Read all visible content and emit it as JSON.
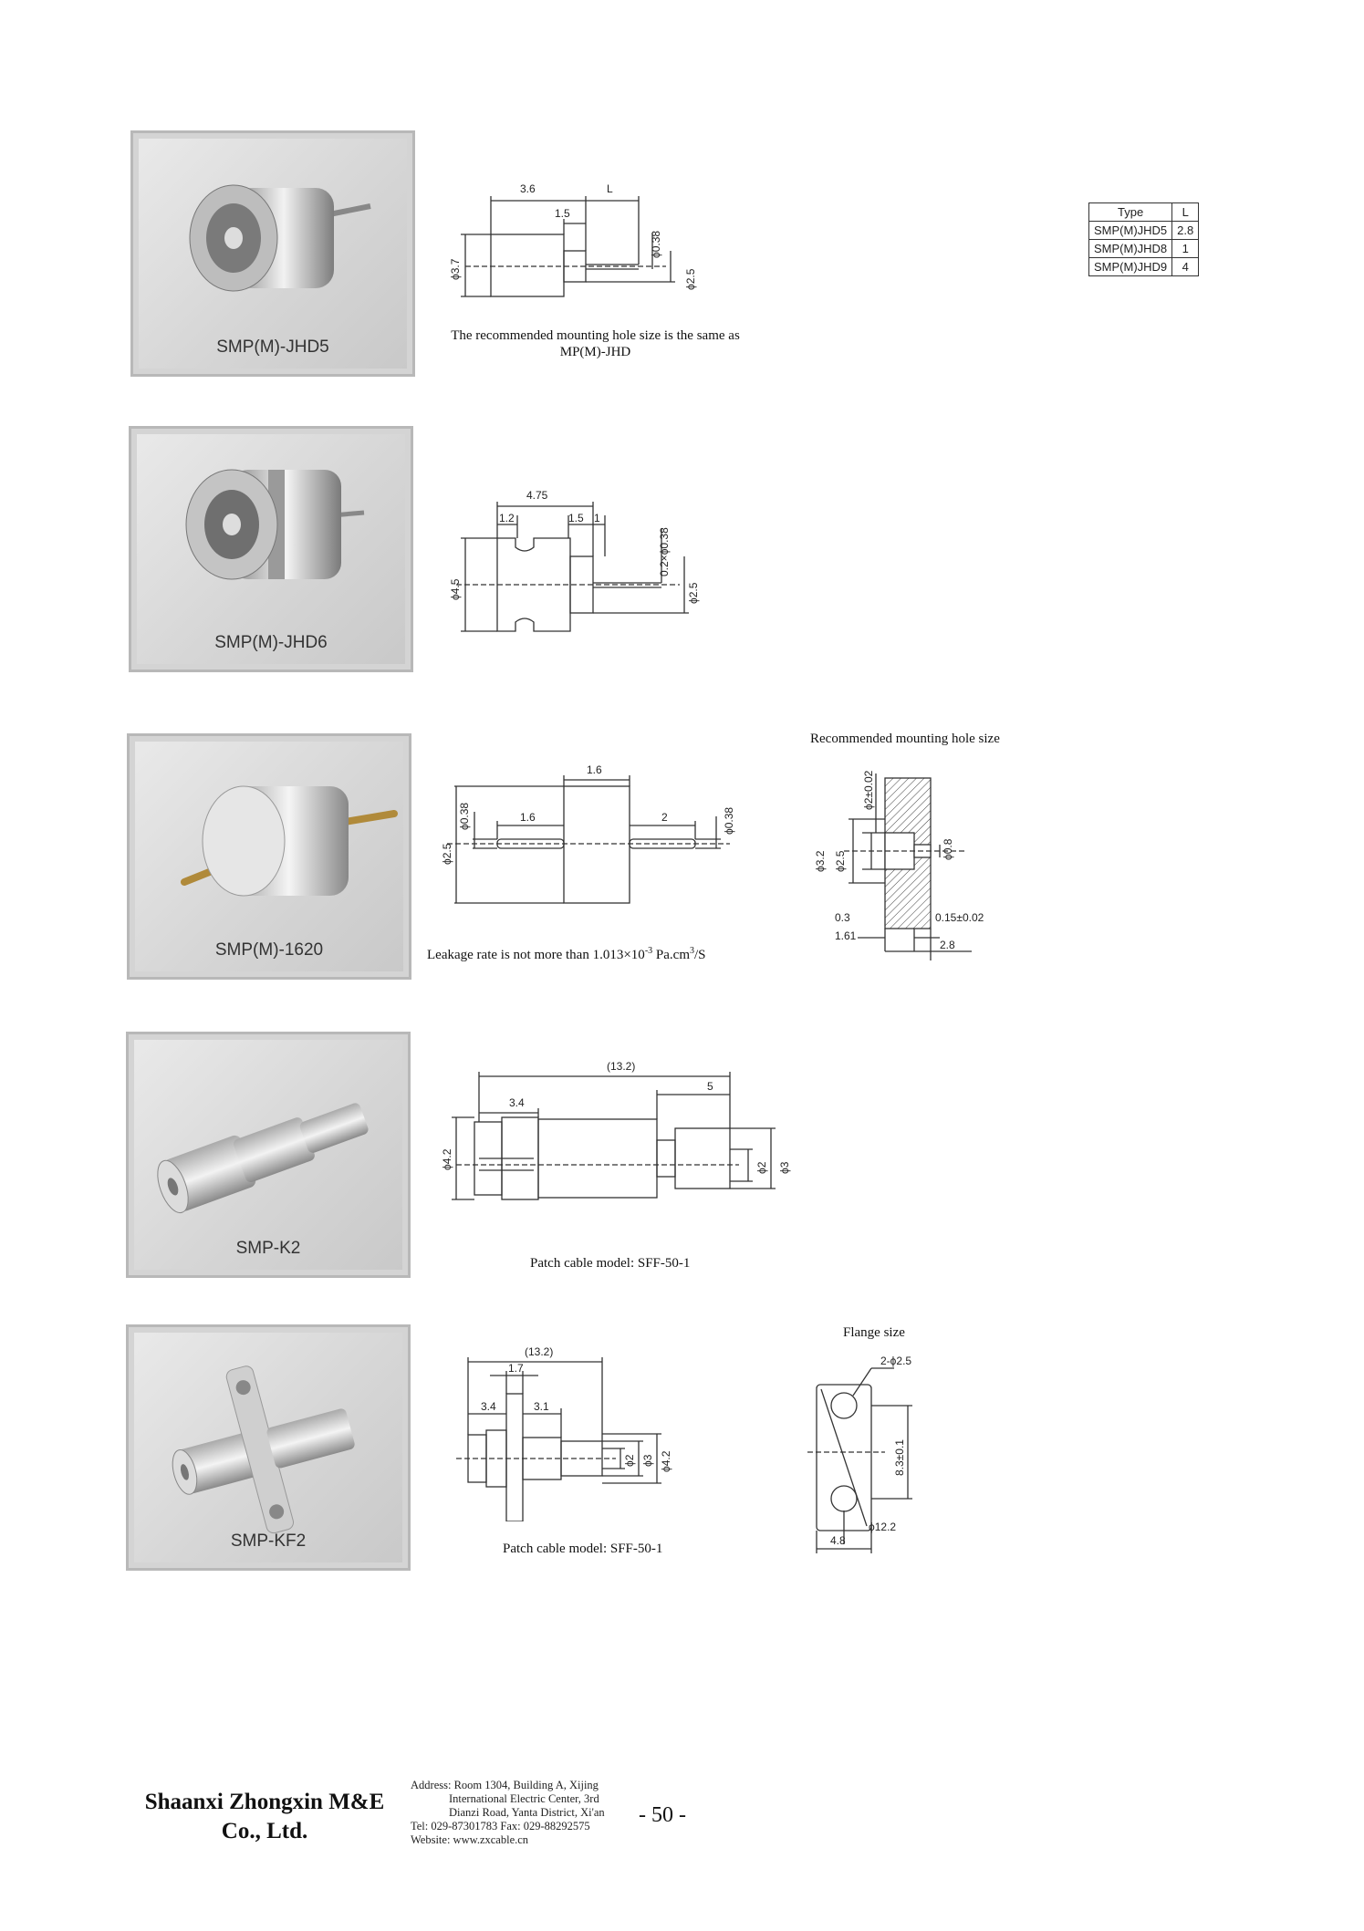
{
  "products": [
    {
      "name": "SMP(M)-JHD5"
    },
    {
      "name": "SMP(M)-JHD6"
    },
    {
      "name": "SMP(M)-1620"
    },
    {
      "name": "SMP-K2"
    },
    {
      "name": "SMP-KF2"
    }
  ],
  "notes": {
    "jhd5_line1": "The recommended mounting hole size is the same as",
    "jhd5_line2": "MP(M)-JHD",
    "mount_title": "Recommended mounting hole size",
    "leak_prefix": "Leakage rate is not more than 1.013×10",
    "leak_exp": "-3",
    "leak_mid": " Pa.cm",
    "leak_sup": "3",
    "leak_suffix": "/S",
    "k2_patch": "Patch cable model: SFF-50-1",
    "kf2_patch": "Patch cable model: SFF-50-1",
    "flange_title": "Flange size"
  },
  "type_table": {
    "headers": [
      "Type",
      "L"
    ],
    "rows": [
      [
        "SMP(M)JHD5",
        "2.8"
      ],
      [
        "SMP(M)JHD8",
        "1"
      ],
      [
        "SMP(M)JHD9",
        "4"
      ]
    ]
  },
  "dims": {
    "jhd5": {
      "a": "3.6",
      "b": "L",
      "c": "1.5",
      "d": "ϕ0.38",
      "e": "ϕ3.7",
      "f": "ϕ2.5"
    },
    "jhd6": {
      "a": "4.75",
      "b": "1.2",
      "c": "1.5",
      "d": "1",
      "e": "0.2×ϕ0.38",
      "f": "ϕ4.5",
      "g": "ϕ2.5"
    },
    "m1620": {
      "a": "1.6",
      "b": "1.6",
      "c": "2",
      "d": "ϕ0.38",
      "e": "ϕ2.5",
      "f": "ϕ0.38"
    },
    "mount": {
      "a": "ϕ2±0.02",
      "b": "ϕ3.2",
      "c": "ϕ2.5",
      "d": "ϕ0.8",
      "e": "0.3",
      "f": "1.61",
      "g": "0.15±0.02",
      "h": "2.8"
    },
    "k2": {
      "a": "(13.2)",
      "b": "3.4",
      "c": "5",
      "d": "ϕ4.2",
      "e": "ϕ2",
      "f": "ϕ3"
    },
    "kf2": {
      "a": "(13.2)",
      "b": "1.7",
      "c": "3.4",
      "d": "3.1",
      "e": "ϕ2",
      "f": "ϕ3",
      "g": "ϕ4.2"
    },
    "flange": {
      "a": "2-ϕ2.5",
      "b": "8.3±0.1",
      "c": "4.8",
      "d": "ϕ12.2"
    }
  },
  "footer": {
    "company1": "Shaanxi Zhongxin M&E",
    "company2": "Co., Ltd.",
    "addr": [
      "Address: Room 1304, Building A, Xijing",
      "International Electric Center, 3rd",
      "Dianzi Road, Yanta District, Xi'an",
      "Tel: 029-87301783    Fax: 029-88292575",
      "Website: www.zxcable.cn"
    ],
    "page": "- 50 -"
  }
}
